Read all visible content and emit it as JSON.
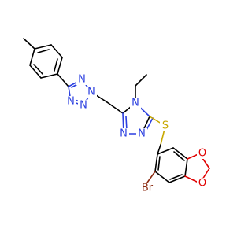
{
  "colors": {
    "nitrogen": "#2b3fe0",
    "sulfur": "#c8a800",
    "oxygen": "#e00000",
    "bromine": "#8b2a10",
    "carbon": "#000000"
  },
  "atoms": {
    "n_tetrazole_1": "N",
    "n_tetrazole_2": "N",
    "n_tetrazole_3": "N",
    "n_tetrazole_4": "N",
    "n_triazole_ethyl": "N",
    "n_triazole_1": "N",
    "n_triazole_2": "N",
    "sulfur": "S",
    "oxygen_1": "O",
    "oxygen_2": "O",
    "bromine": "Br"
  }
}
